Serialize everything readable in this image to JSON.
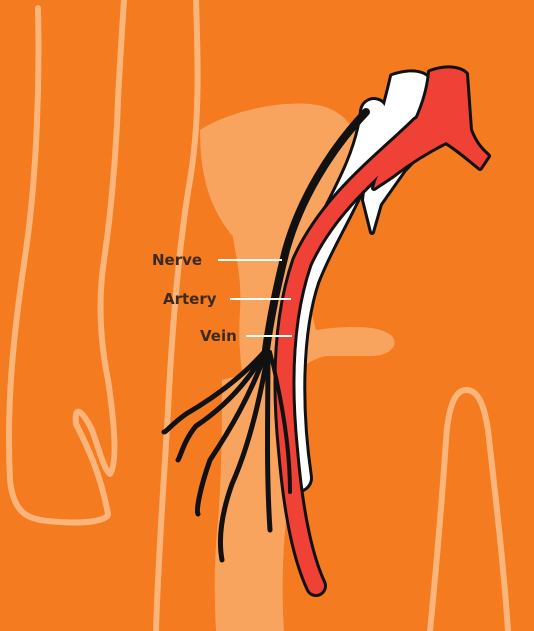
{
  "labels": {
    "nerve": "Nerve",
    "artery": "Artery",
    "vein": "Vein"
  },
  "colors": {
    "background": "#f47b20",
    "silhouette": "#f8a35e",
    "outline": "#fbb57a",
    "nerve": "#111111",
    "artery": "#ef4136",
    "vein": "#ffffff",
    "label_text": "#3d2a1e"
  }
}
